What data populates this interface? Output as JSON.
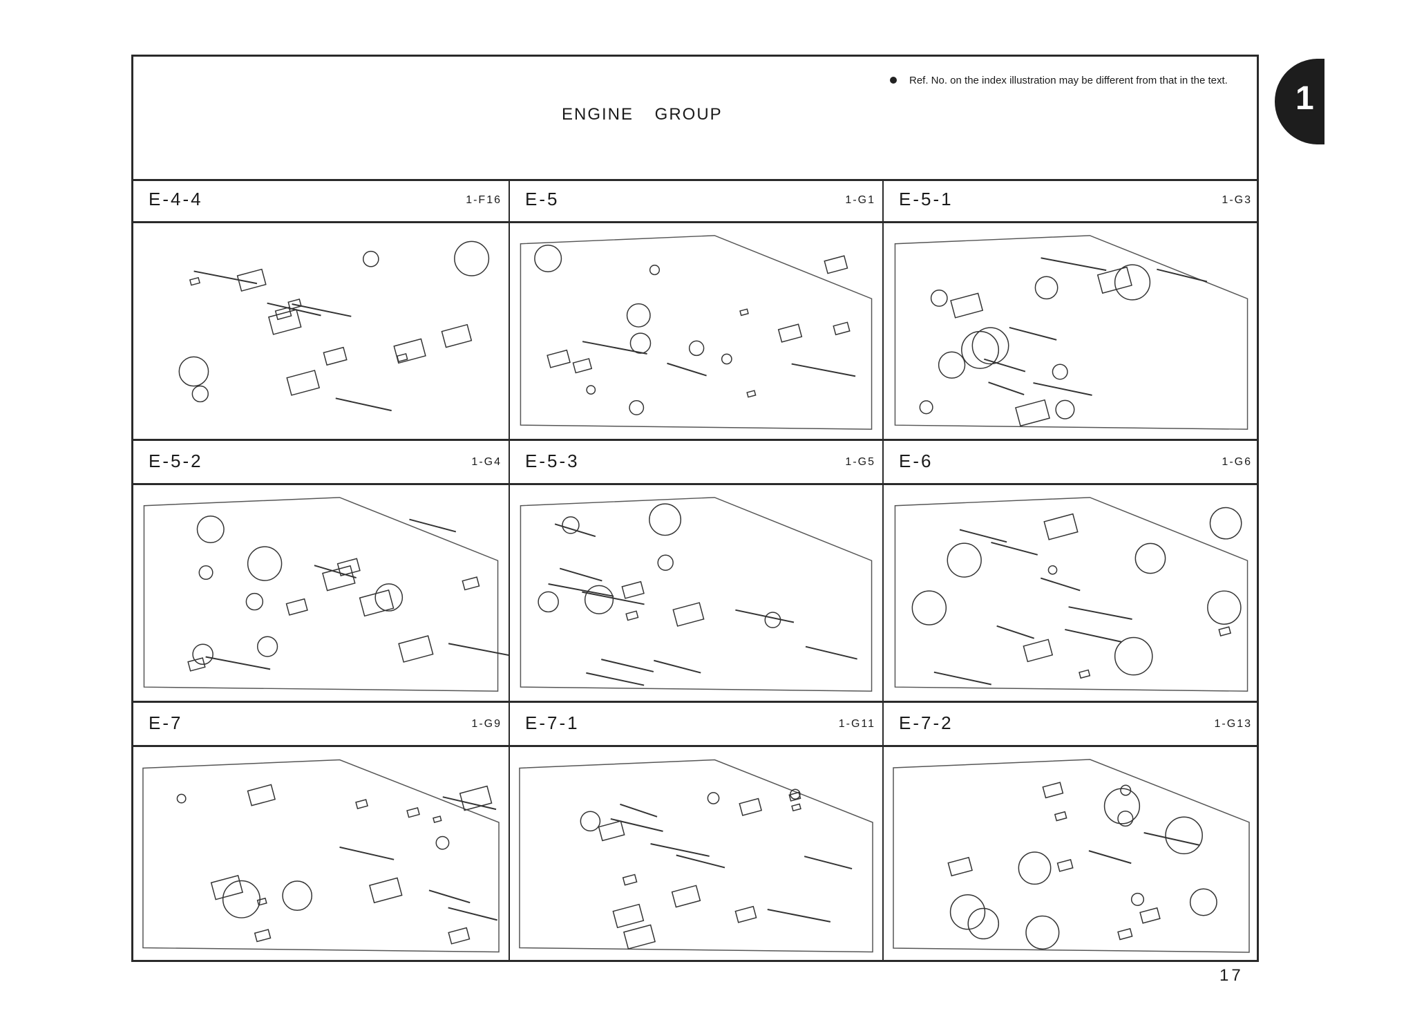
{
  "header": {
    "title": "ENGINE GROUP",
    "note": "Ref. No. on the index illustration may be different from that in the text."
  },
  "section_tab": "1",
  "page_number": "17",
  "cells": [
    {
      "code": "E-4-4",
      "ref": "1-F16"
    },
    {
      "code": "E-5",
      "ref": "1-G1"
    },
    {
      "code": "E-5-1",
      "ref": "1-G3"
    },
    {
      "code": "E-5-2",
      "ref": "1-G4"
    },
    {
      "code": "E-5-3",
      "ref": "1-G5"
    },
    {
      "code": "E-6",
      "ref": "1-G6"
    },
    {
      "code": "E-7",
      "ref": "1-G9"
    },
    {
      "code": "E-7-1",
      "ref": "1-G11"
    },
    {
      "code": "E-7-2",
      "ref": "1-G13"
    }
  ]
}
